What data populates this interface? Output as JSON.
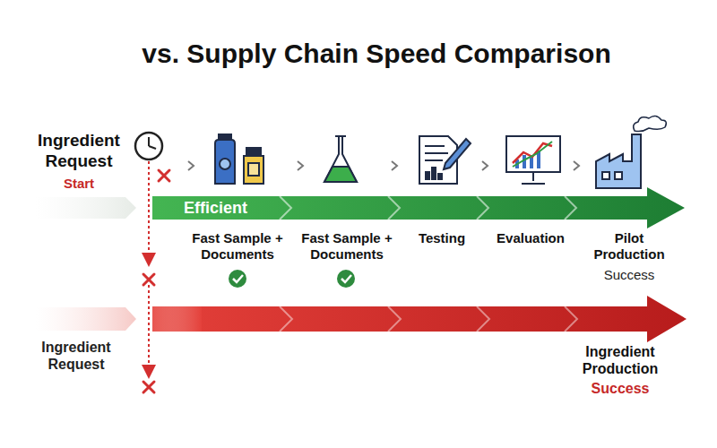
{
  "diagram": {
    "title": "vs. Supply Chain Speed Comparison",
    "nodes": [
      {
        "text": [
          "Efficient"
        ]
      }
    ],
    "labels": [
      "Ingredient Request",
      "Start",
      "Fast Sample + Documents",
      "Fast Sample + Documents",
      "Testing",
      "Evaluation",
      "Pilot Production",
      "Success",
      "Ingredient Request",
      "Ingredient Production",
      "Success"
    ]
  }
}
